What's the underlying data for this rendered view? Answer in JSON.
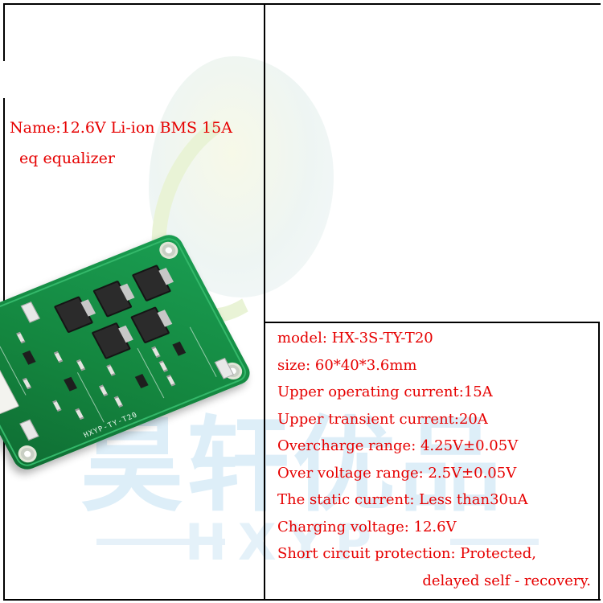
{
  "watermark": {
    "chinese": "昊轩优品",
    "latin": "HXYP"
  },
  "board": {
    "silkscreen": "HXYP-TY-T20"
  },
  "product": {
    "name_line1": "Name:12.6V Li-ion BMS 15A",
    "name_line2": "eq equalizer"
  },
  "specs": {
    "model": "model: HX-3S-TY-T20",
    "size": "size:  60*40*3.6mm",
    "operating_current": "Upper operating current:15A",
    "transient_current": "Upper transient current:20A",
    "overcharge_range": "Overcharge range: 4.25V±0.05V",
    "over_voltage_range": "Over voltage range: 2.5V±0.05V",
    "static_current": "The static current: Less than30uA",
    "charging_voltage": "Charging voltage: 12.6V",
    "short_circuit_line1": "Short circuit protection: Protected,",
    "short_circuit_line2": "delayed self - recovery."
  },
  "colors": {
    "text": "#e60000",
    "pcb": "#14863f",
    "border": "#000000"
  }
}
